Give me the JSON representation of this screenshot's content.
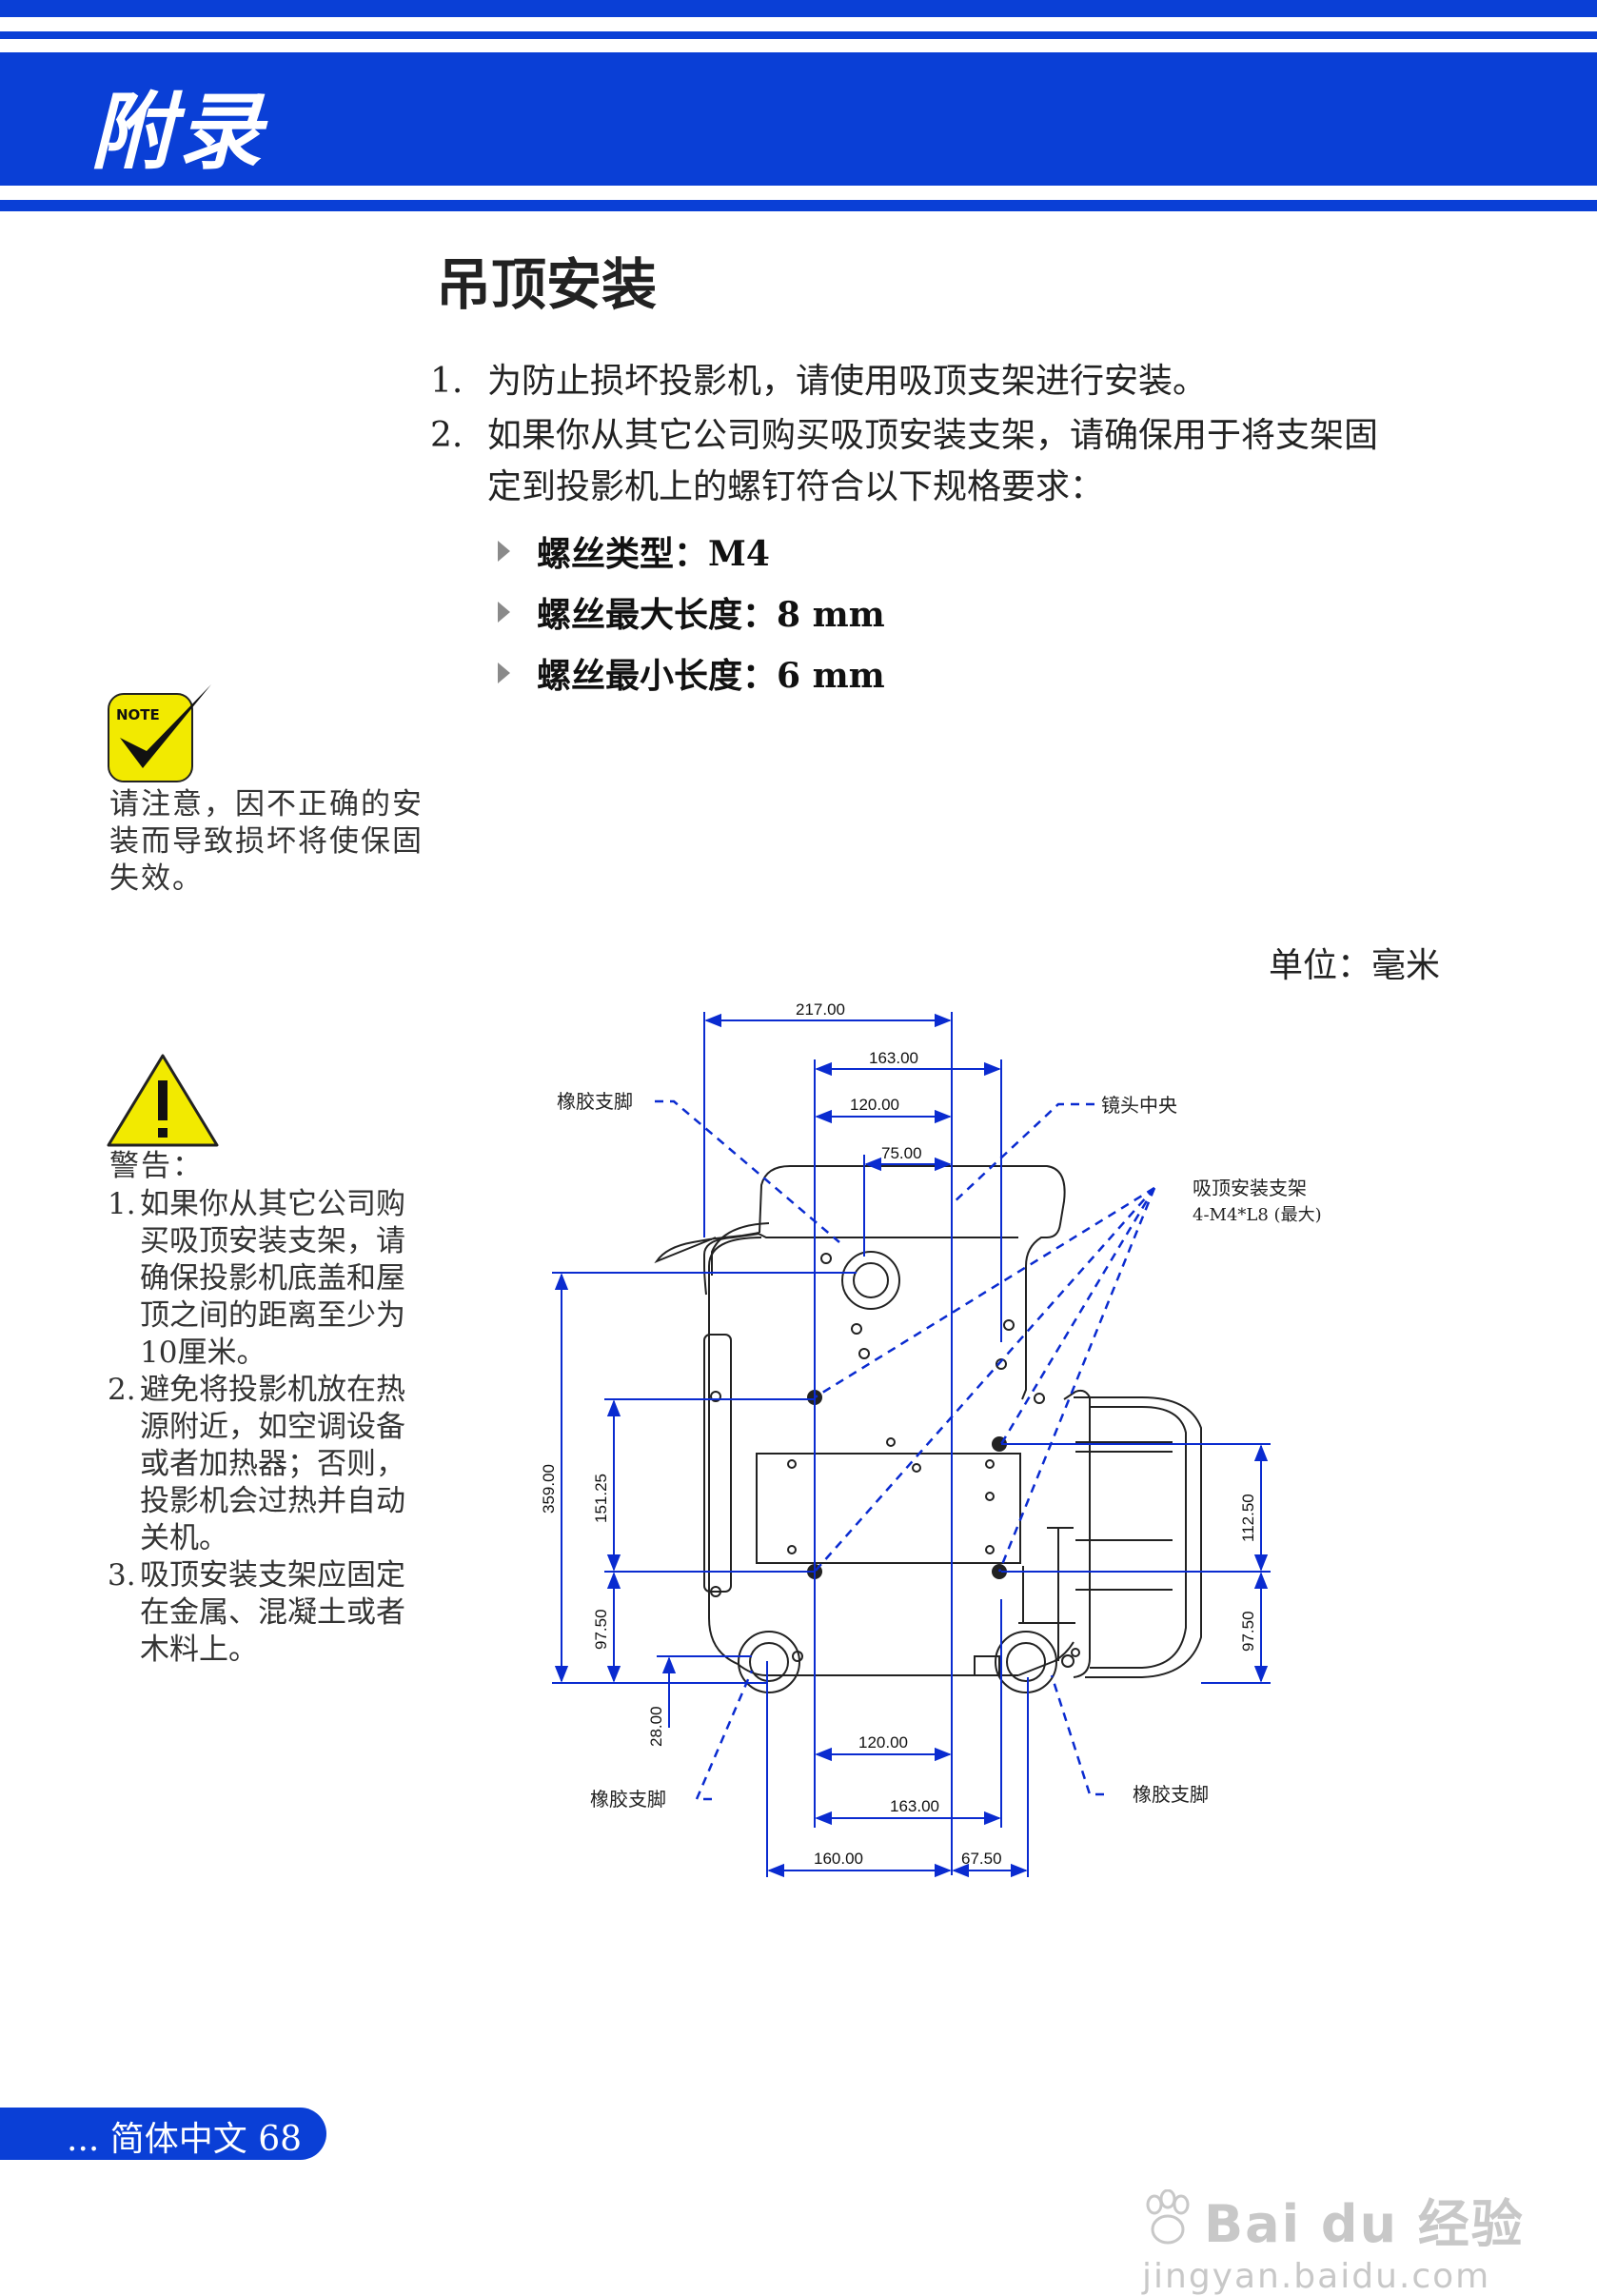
{
  "header": {
    "title": "附录"
  },
  "section": {
    "title": "吊顶安装"
  },
  "steps": [
    {
      "num": "1.",
      "text": "为防止损坏投影机，请使用吸顶支架进行安装。"
    },
    {
      "num": "2.",
      "line1": "如果你从其它公司购买吸顶安装支架，请确保用于将支架固",
      "line2": "定到投影机上的螺钉符合以下规格要求："
    }
  ],
  "specs": [
    "螺丝类型：M4",
    "螺丝最大长度：8 mm",
    "螺丝最小长度：6 mm"
  ],
  "note": {
    "badge": "NOTE",
    "lines": [
      "请注意，因不正确的安",
      "装而导致损坏将使保固",
      "失效。"
    ]
  },
  "warning": {
    "title": "警告：",
    "items": [
      {
        "num": "1.",
        "lines": [
          "如果你从其它公司购",
          "买吸顶安装支架，请",
          "确保投影机底盖和屋",
          "顶之间的距离至少为",
          "10厘米。"
        ]
      },
      {
        "num": "2.",
        "lines": [
          "避免将投影机放在热",
          "源附近，如空调设备",
          "或者加热器；否则，",
          "投影机会过热并自动",
          "关机。"
        ]
      },
      {
        "num": "3.",
        "lines": [
          "吸顶安装支架应固定",
          "在金属、混凝土或者",
          "木料上。"
        ]
      }
    ]
  },
  "unit_label": "单位：毫米",
  "diagram": {
    "callouts": {
      "rubber_foot_top": "橡胶支脚",
      "lens_center": "镜头中央",
      "mount_line1": "吸顶安装支架",
      "mount_line2": "4-M4*L8 (最大)",
      "rubber_foot_bl": "橡胶支脚",
      "rubber_foot_br": "橡胶支脚"
    },
    "dimensions": {
      "d217": "217.00",
      "d163_top": "163.00",
      "d120_top": "120.00",
      "d75": "75.00",
      "d359": "359.00",
      "d151": "151.25",
      "d97_left": "97.50",
      "d28": "28.00",
      "d112": "112.50",
      "d97_right": "97.50",
      "d120_bot": "120.00",
      "d163_bot": "163.00",
      "d160": "160.00",
      "d67": "67.50"
    }
  },
  "footer": {
    "text": "... 简体中文  68"
  },
  "watermark": {
    "line1": "Bai du 经验",
    "line2": "jingyan.baidu.com"
  }
}
